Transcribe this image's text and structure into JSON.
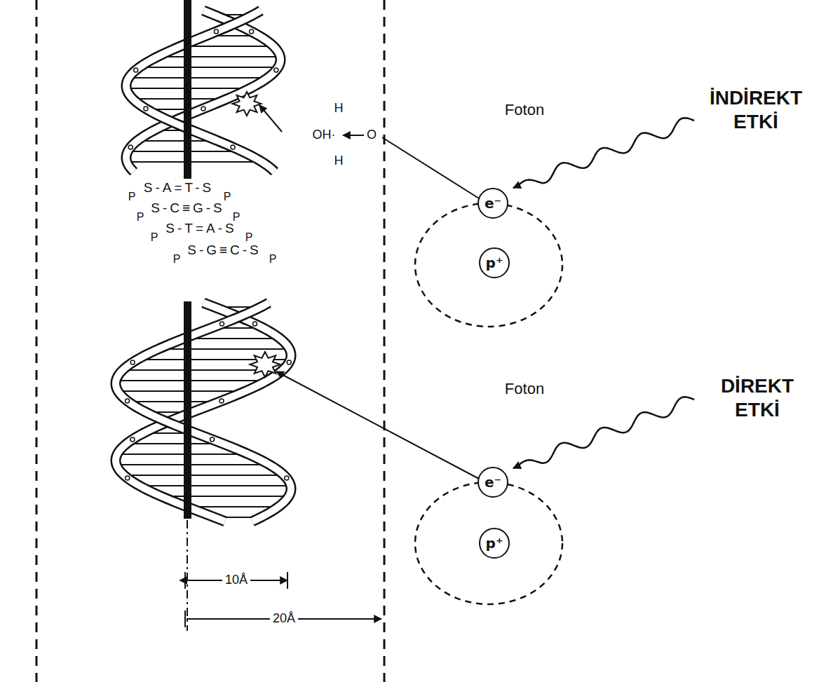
{
  "diagram": {
    "nodes": [
      {
        "text": [
          "e⁻"
        ]
      },
      {
        "text": [
          "p⁺"
        ]
      },
      {
        "text": [
          "e⁻"
        ]
      },
      {
        "text": [
          "p⁺"
        ]
      }
    ],
    "labels": [
      "İNDİREKT ETKİ",
      "Foton",
      "H",
      "OH·",
      "O",
      "H",
      "P",
      "S-A=T-S",
      "P",
      "P",
      "S-C≡G-S",
      "P",
      "P",
      "S-T=A-S",
      "P",
      "P",
      "S-G≡C-S",
      "P",
      "DİREKT ETKİ",
      "Foton",
      "10Å",
      "20Å"
    ]
  }
}
